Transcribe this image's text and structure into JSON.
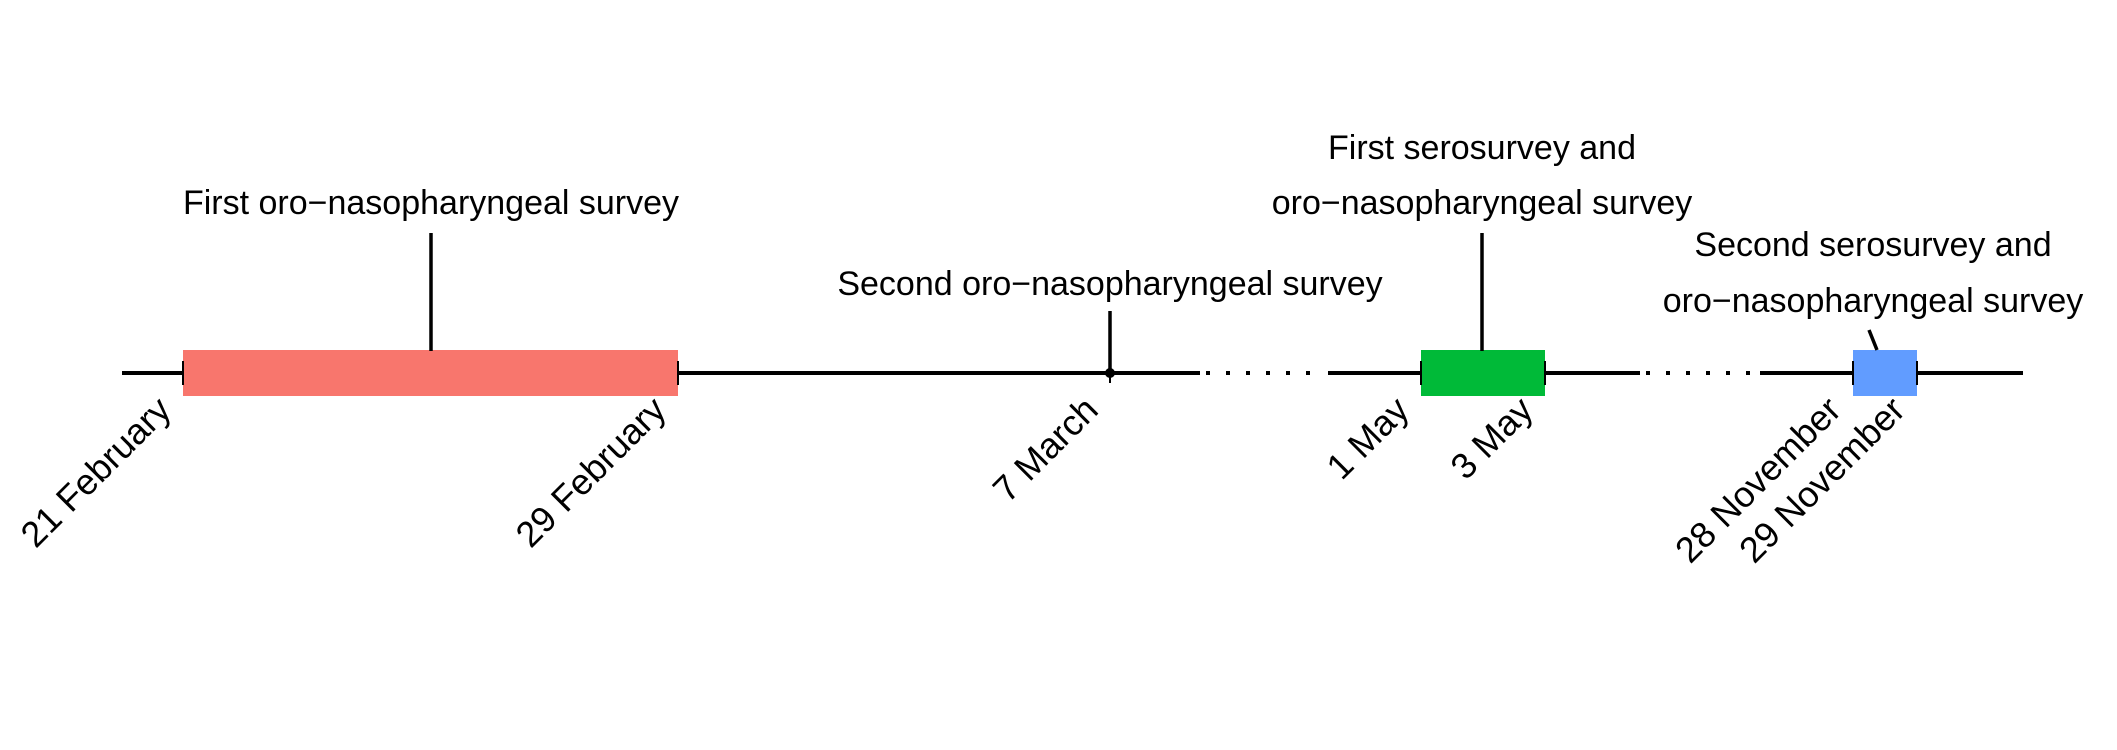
{
  "timeline": {
    "periods": [
      {
        "id": "first-oro",
        "start": "21 February",
        "end": "29 February",
        "color": "#F8766D",
        "label_lines": [
          "First oro−nasopharyngeal survey"
        ]
      },
      {
        "id": "first-sero",
        "start": "1 May",
        "end": "3 May",
        "color": "#00BA38",
        "label_lines": [
          "First serosurvey and",
          "oro−nasopharyngeal survey"
        ]
      },
      {
        "id": "second-sero",
        "start": "28 November",
        "end": "29 November",
        "color": "#619CFF",
        "label_lines": [
          "Second serosurvey and",
          "oro−nasopharyngeal survey"
        ]
      }
    ],
    "point_event": {
      "id": "second-oro",
      "date": "7 March",
      "label_lines": [
        "Second oro−nasopharyngeal survey"
      ]
    },
    "date_labels": [
      "21 February",
      "29 February",
      "7 March",
      "1 May",
      "3 May",
      "28 November",
      "29 November"
    ],
    "axis_breaks": [
      "7 March → 1 May",
      "3 May → 28 November"
    ]
  }
}
